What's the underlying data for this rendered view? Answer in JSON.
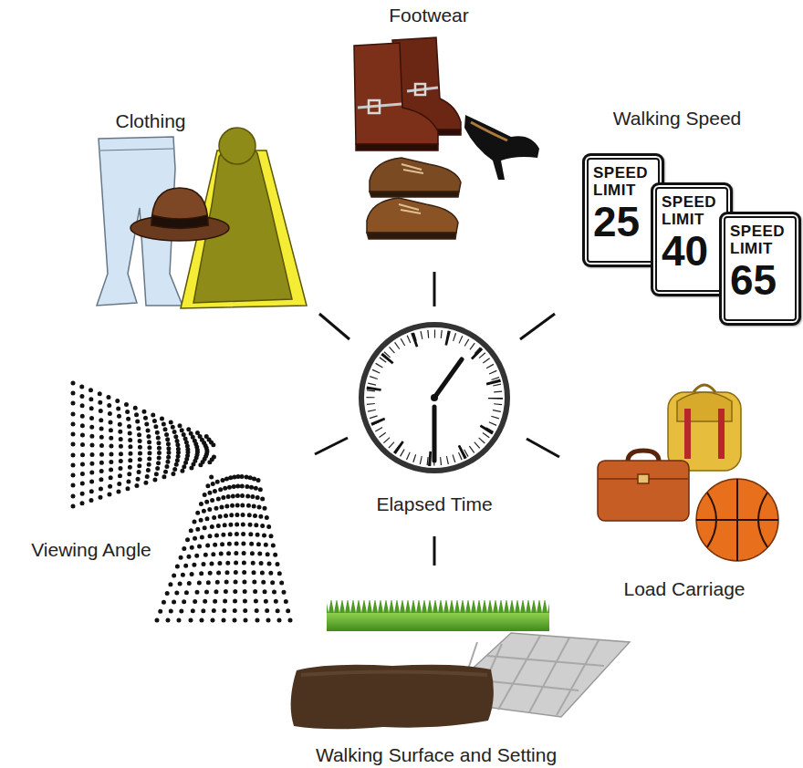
{
  "diagram": {
    "nodes": [
      {
        "text": [
          "SPEED LIMIT",
          "25"
        ]
      },
      {
        "text": [
          "SPEED LIMIT",
          "40"
        ]
      },
      {
        "text": [
          "SPEED LIMIT",
          "65"
        ]
      }
    ],
    "labels": [
      "Footwear",
      "Clothing",
      "Walking Speed",
      "Viewing Angle",
      "Elapsed Time",
      "Load Carriage",
      "Walking Surface and Setting"
    ]
  }
}
